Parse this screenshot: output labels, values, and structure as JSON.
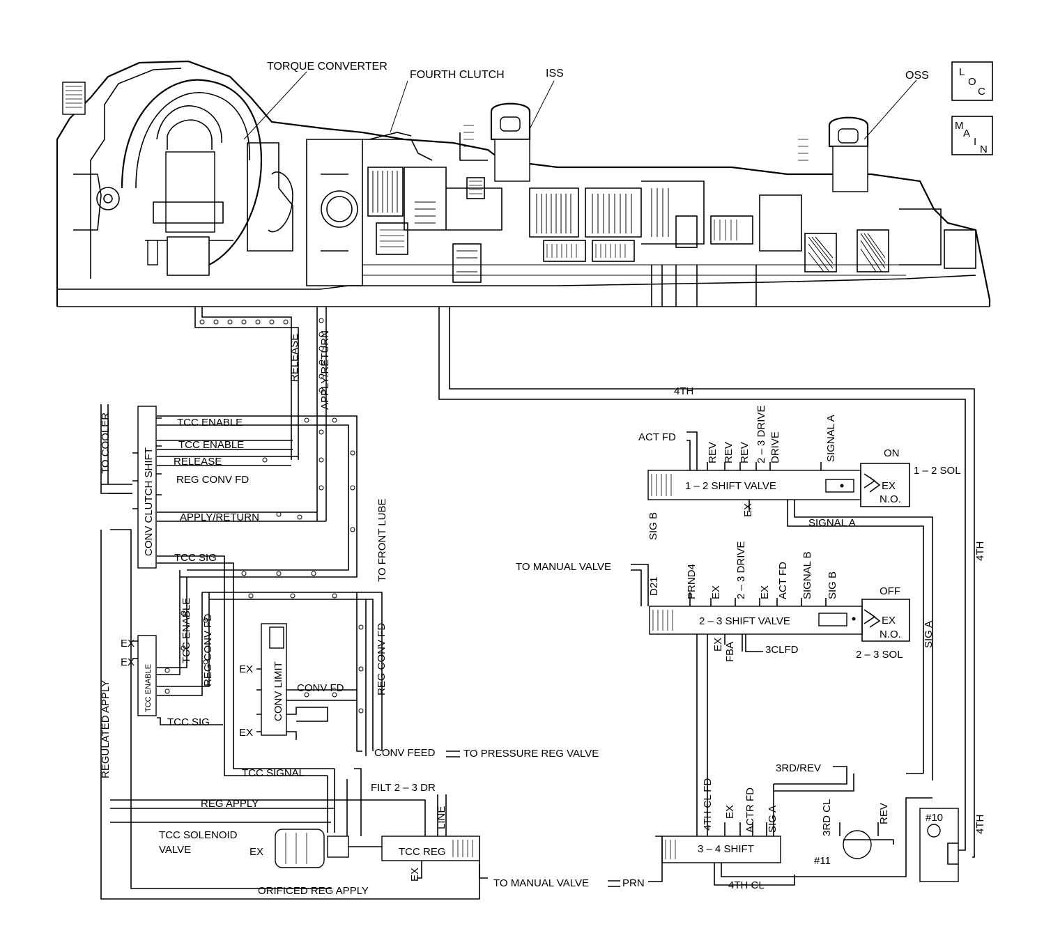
{
  "nav": {
    "loc": [
      "L",
      "O",
      "C"
    ],
    "main": [
      "M",
      "A",
      "I",
      "N"
    ]
  },
  "top_labels": {
    "torque_converter": "TORQUE CONVERTER",
    "fourth_clutch": "FOURTH CLUTCH",
    "iss": "ISS",
    "oss": "OSS"
  },
  "left_circuit": {
    "release_vertical": "RELEASE",
    "apply_return_vertical": "APPLY/RETURN",
    "to_cooler": "TO COOLER",
    "tcc_enable_1": "TCC ENABLE",
    "tcc_enable_2": "TCC ENABLE",
    "release": "RELEASE",
    "reg_conv_fd": "REG CONV FD",
    "apply_return": "APPLY/RETURN",
    "conv_clutch_shift": "CONV CLUTCH SHIFT",
    "tcc_sig_1": "TCC SIG",
    "to_front_lube": "TO FRONT LUBE",
    "tcc_enable_v": "TCC ENABLE",
    "reg_conv_fd_v": "REG CONV FD",
    "ex_1": "EX",
    "ex_2": "EX",
    "tcc_enable_valve": "TCC ENABLE",
    "tcc_sig_2": "TCC SIG",
    "regulated_apply": "REGULATED APPLY",
    "ex_3": "EX",
    "conv_limit": "CONV LIMIT",
    "conv_fd": "CONV FD",
    "reg_conv_fd_v2": "REG CONV FD",
    "ex_4": "EX",
    "conv_feed": "CONV FEED",
    "to_pressure_reg": "TO PRESSURE REG VALVE",
    "tcc_signal": "TCC SIGNAL",
    "filt_2_3_dr": "FILT 2 – 3 DR",
    "reg_apply": "REG APPLY",
    "line": "LINE",
    "tcc_solenoid_valve_1": "TCC SOLENOID",
    "tcc_solenoid_valve_2": "VALVE",
    "ex_5": "EX",
    "tcc_reg": "TCC REG",
    "ex_6": "EX",
    "orificed_reg_apply": "ORIFICED REG APPLY",
    "to_manual_valve_bottom": "TO MANUAL VALVE",
    "prn": "PRN"
  },
  "right_circuit": {
    "fourth_top": "4TH",
    "fourth_right_1": "4TH",
    "fourth_right_2": "4TH",
    "act_fd": "ACT FD",
    "rev_1": "REV",
    "rev_2": "REV",
    "rev_3": "REV",
    "drive_2_3": "2 – 3 DRIVE",
    "drive": "DRIVE",
    "signal_a_v": "SIGNAL A",
    "on": "ON",
    "sol_1_2": "1 – 2 SOL",
    "ex_sol1": "EX",
    "no_sol1": "N.O.",
    "shift_valve_1_2": "1 – 2 SHIFT VALVE",
    "sig_b_v": "SIG B",
    "ex_7": "EX",
    "signal_a": "SIGNAL A",
    "to_manual_valve": "TO MANUAL VALVE",
    "d21": "D21",
    "prnd4": "PRND4",
    "ex_8": "EX",
    "drive_2_3_b": "2 – 3 DRIVE",
    "ex_9": "EX",
    "act_fd_2": "ACT FD",
    "signal_b": "SIGNAL B",
    "sig_b_2": "SIG B",
    "off": "OFF",
    "ex_sol2": "EX",
    "no_sol2": "N.O.",
    "sol_2_3": "2 – 3 SOL",
    "shift_valve_2_3": "2 – 3 SHIFT VALVE",
    "ex_10": "EX",
    "fba": "FBA",
    "three_cl_fd": "3CLFD",
    "sig_a_right": "SIG A",
    "fourth_cl_fd": "4TH CL FD",
    "ex_11": "EX",
    "actr_fd": "ACTR FD",
    "sig_a_bottom": "SIG A",
    "third_rev": "3RD/REV",
    "third_cl": "3RD CL",
    "rev_4": "REV",
    "check_10": "#10",
    "check_11": "#11",
    "shift_valve_3_4": "3 – 4 SHIFT",
    "fourth_cl": "4TH CL"
  }
}
